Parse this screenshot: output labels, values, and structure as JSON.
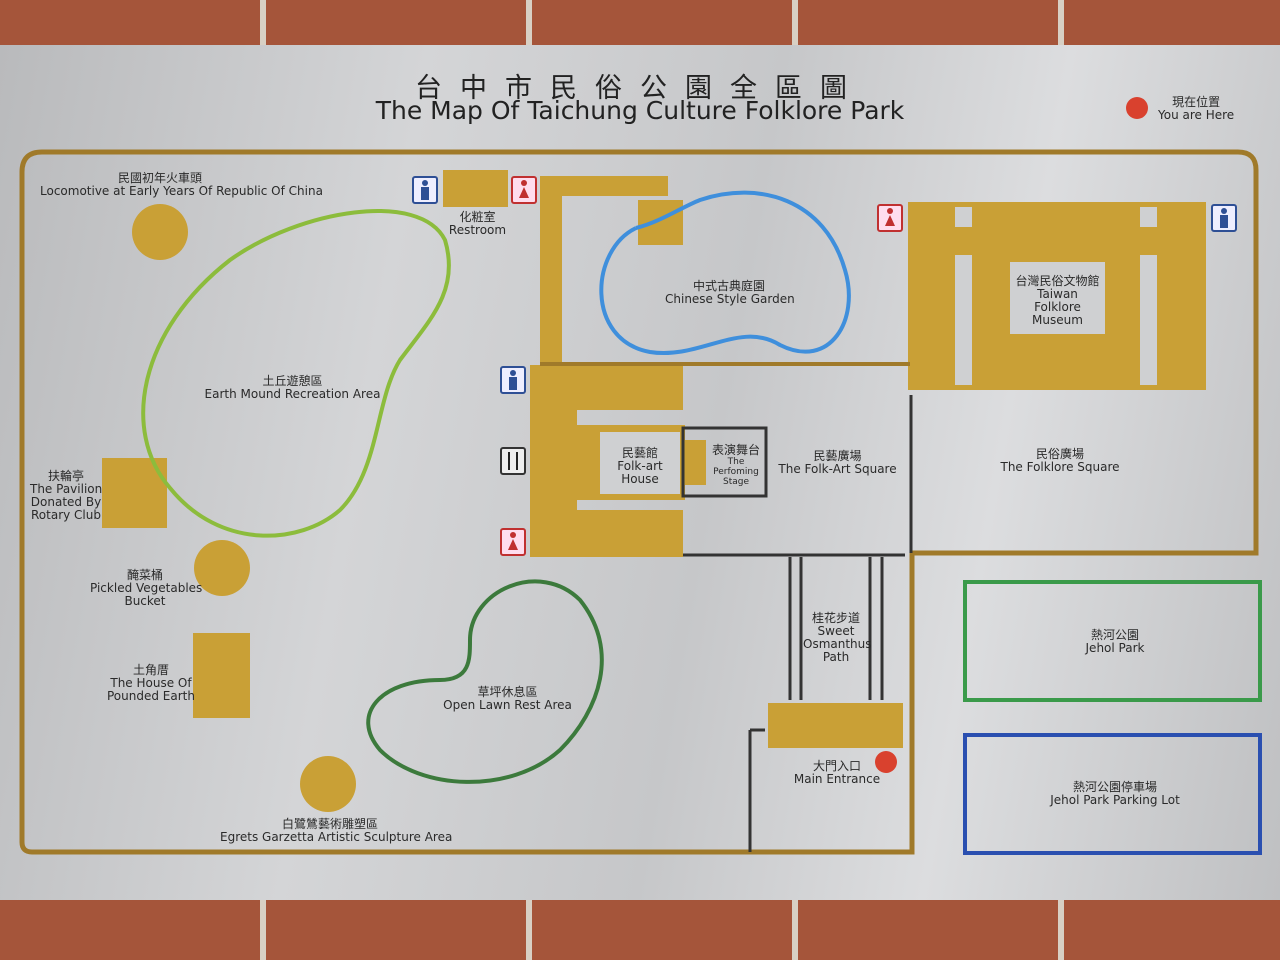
{
  "title": {
    "zh": "台中市民俗公園全區圖",
    "en": "The Map Of Taichung Culture Folklore Park"
  },
  "legend": {
    "zh": "現在位置",
    "en": "You are Here",
    "marker_color": "#d9412e"
  },
  "colors": {
    "building": "#c9a036",
    "border": "#a07a2a",
    "earth_mound": "#8cbc3c",
    "lawn": "#3c7a3c",
    "garden": "#3f8fdc",
    "jehol_park": "#3a9a4a",
    "parking": "#2a4fb0"
  },
  "places": {
    "locomotive": {
      "zh": "民國初年火車頭",
      "en": "Locomotive at Early Years Of Republic Of China"
    },
    "restroom": {
      "zh": "化粧室",
      "en": "Restroom"
    },
    "earth_mound": {
      "zh": "土丘遊憩區",
      "en": "Earth Mound Recreation Area"
    },
    "pavilion": {
      "zh": "扶輪亭",
      "en1": "The Pavilion",
      "en2": "Donated By",
      "en3": "Rotary Club"
    },
    "pickled": {
      "zh": "醃菜桶",
      "en1": "Pickled Vegetables",
      "en2": "Bucket"
    },
    "pounded": {
      "zh": "土角厝",
      "en1": "The House Of",
      "en2": "Pounded Earth"
    },
    "egrets": {
      "zh": "白鷺鷥藝術雕塑區",
      "en": "Egrets Garzetta Artistic Sculpture Area"
    },
    "garden": {
      "zh": "中式古典庭園",
      "en": "Chinese Style Garden"
    },
    "museum": {
      "zh": "台灣民俗文物館",
      "en1": "Taiwan",
      "en2": "Folklore",
      "en3": "Museum"
    },
    "folk_house": {
      "zh": "民藝館",
      "en1": "Folk-art",
      "en2": "House"
    },
    "stage": {
      "zh": "表演舞台",
      "en1": "The",
      "en2": "Perfoming",
      "en3": "Stage"
    },
    "folk_art_square": {
      "zh": "民藝廣場",
      "en": "The Folk-Art Square"
    },
    "folklore_square": {
      "zh": "民俗廣場",
      "en": "The Folklore Square"
    },
    "lawn": {
      "zh": "草坪休息區",
      "en": "Open Lawn Rest Area"
    },
    "osmanthus": {
      "zh": "桂花步道",
      "en1": "Sweet",
      "en2": "Osmanthus",
      "en3": "Path"
    },
    "entrance": {
      "zh": "大門入口",
      "en": "Main Entrance"
    },
    "jehol_park": {
      "zh": "熱河公園",
      "en": "Jehol Park"
    },
    "parking": {
      "zh": "熱河公園停車場",
      "en": "Jehol Park Parking Lot"
    }
  },
  "icons": [
    "male-restroom-icon",
    "female-restroom-icon",
    "restaurant-icon",
    "you-are-here-marker"
  ]
}
